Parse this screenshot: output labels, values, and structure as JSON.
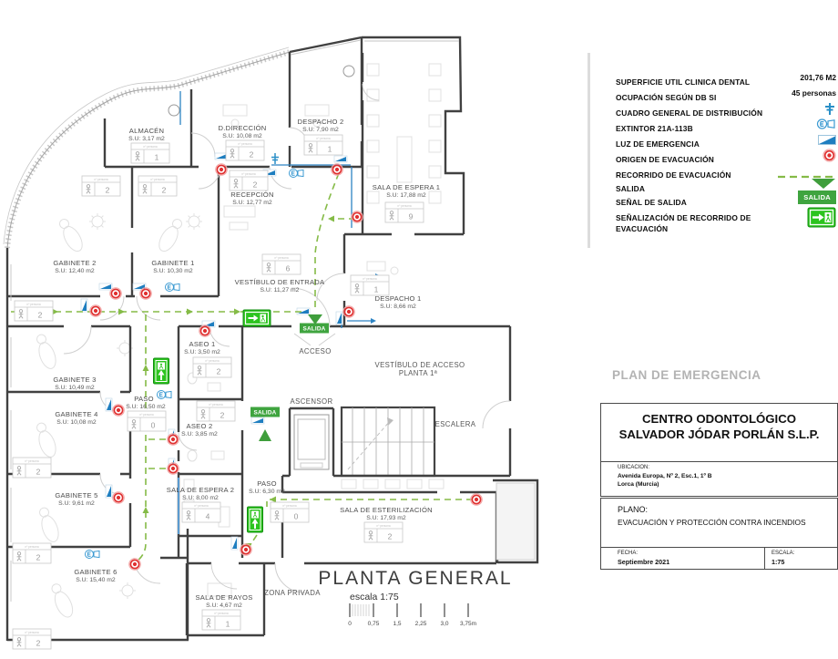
{
  "legend": {
    "rows": [
      {
        "label": "SUPERFICIE UTIL  CLINICA DENTAL",
        "value": "201,76 M2"
      },
      {
        "label": "OCUPACIÓN SEGÚN DB SI",
        "value": "45 personas"
      },
      {
        "label": "CUADRO GENERAL DE DISTRIBUCIÓN"
      },
      {
        "label": "EXTINTOR 21A-113B"
      },
      {
        "label": "LUZ DE EMERGENCIA"
      },
      {
        "label": "ORIGEN DE EVACUACIÓN"
      },
      {
        "label": "RECORRIDO DE EVACUACIÓN"
      },
      {
        "label": "SALIDA"
      },
      {
        "label": "SEÑAL DE SALIDA"
      },
      {
        "label": "SEÑALIZACIÓN DE RECORRIDO DE",
        "label2": "EVACUACIÓN"
      }
    ],
    "salida_sign_text": "SALIDA"
  },
  "title_block": {
    "header": "PLAN DE EMERGENCIA",
    "company_line1": "CENTRO ODONTOLÓGICO",
    "company_line2": "SALVADOR JÓDAR PORLÁN S.L.P.",
    "ubicacion_label": "UBICACION:",
    "address_line1": "Avenida Europa, Nº 2, Esc.1, 1º B",
    "address_line2": "Lorca (Murcia)",
    "plano_label": "PLANO:",
    "plano_value": "EVACUACIÓN Y PROTECCIÓN CONTRA INCENDIOS",
    "fecha_label": "FECHA:",
    "fecha_value": "Septiembre  2021",
    "escala_label": "ESCALA:",
    "escala_value": "1:75"
  },
  "plan": {
    "title": "PLANTA GENERAL",
    "scale_text": "escala 1:75",
    "scale_ticks": [
      "0",
      "0,75",
      "1,5",
      "2,25",
      "3,0",
      "3,75m"
    ],
    "salida_label": "SALIDA",
    "occupancy_header": "nº persona",
    "rooms": [
      {
        "name": "ALMACÉN",
        "su": "S.U: 3,17 m2",
        "occupancy": "1"
      },
      {
        "name": "D.DIRECCIÓN",
        "su": "S.U: 10,08 m2",
        "occupancy": "2"
      },
      {
        "name": "DESPACHO 2",
        "su": "S.U: 7,90 m2",
        "occupancy": "1"
      },
      {
        "name": "RECEPCIÓN",
        "su": "S.U: 12,77 m2",
        "occupancy": "2"
      },
      {
        "name": "SALA DE ESPERA 1",
        "su": "S.U: 17,88 m2",
        "occupancy": "9"
      },
      {
        "name": "VESTÍBULO DE ENTRADA",
        "su": "S.U: 11,27 m2",
        "occupancy": "6"
      },
      {
        "name": "DESPACHO 1",
        "su": "S.U: 8,66 m2",
        "occupancy": "1"
      },
      {
        "name": "GABINETE 2",
        "su": "S.U: 12,40 m2",
        "occupancy": "2"
      },
      {
        "name": "GABINETE 1",
        "su": "S.U: 10,30 m2",
        "occupancy": "2"
      },
      {
        "name": "GABINETE 3",
        "su": "S.U: 10,49 m2",
        "occupancy": "2"
      },
      {
        "name": "PASO",
        "su": "S.U: 16,50 m2",
        "occupancy": "0"
      },
      {
        "name": "ASEO 1",
        "su": "S.U: 3,50 m2",
        "occupancy": "2"
      },
      {
        "name": "ASEO 2",
        "su": "S.U: 3,85 m2",
        "occupancy": "2"
      },
      {
        "name": "GABINETE 4",
        "su": "S.U: 10,08 m2",
        "occupancy": "2"
      },
      {
        "name": "GABINETE 5",
        "su": "S.U: 9,61 m2",
        "occupancy": "2"
      },
      {
        "name": "SALA DE ESPERA 2",
        "su": "S.U: 8,00 m2",
        "occupancy": "4"
      },
      {
        "name": "GABINETE 6",
        "su": "S.U: 15,40 m2",
        "occupancy": "2"
      },
      {
        "name": "PASO",
        "su": "S.U: 6,30 m2",
        "occupancy": "0"
      },
      {
        "name": "SALA DE  ESTERILIZACIÓN",
        "su": "S.U: 17,93 m2",
        "occupancy": "2"
      },
      {
        "name": "SALA DE RAYOS",
        "su": "S.U: 4,67 m2",
        "occupancy": "1"
      }
    ],
    "areas": {
      "vestibulo_acceso_1": "VESTÍBULO DE ACCESO",
      "vestibulo_acceso_2": "PLANTA 1ª",
      "ascensor": "ASCENSOR",
      "escalera": "ESCALERA",
      "zona_privada": "ZONA PRIVADA",
      "acceso": "ACCESO"
    },
    "colors": {
      "route_green": "#85bb47",
      "sign_green": "#2cc41e",
      "badge_green": "#3fa43f",
      "icon_blue": "#2a8fc7",
      "origin_red": "#e03030"
    }
  }
}
